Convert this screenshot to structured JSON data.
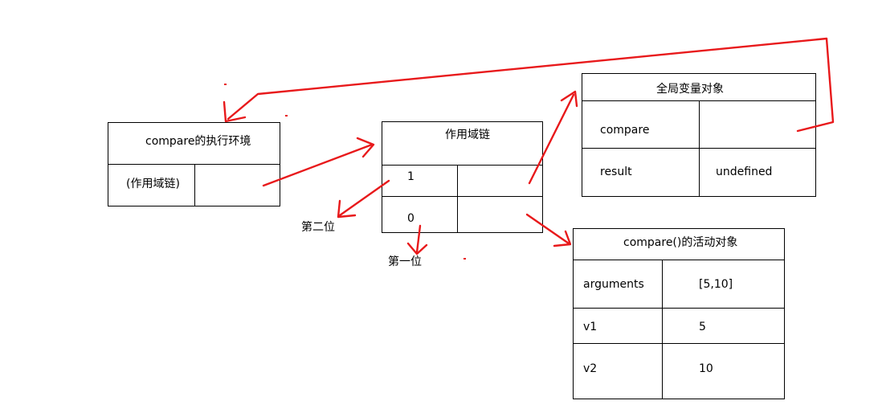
{
  "exec_context": {
    "title": "compare的执行环境",
    "scope_label": "(作用域链)"
  },
  "scope_chain": {
    "title": "作用域链",
    "rows": [
      "1",
      "0"
    ]
  },
  "global_object": {
    "title": "全局变量对象",
    "rows": [
      {
        "name": "compare",
        "value": ""
      },
      {
        "name": "result",
        "value": "undefined"
      }
    ]
  },
  "activation_object": {
    "title": "compare()的活动对象",
    "rows": [
      {
        "name": "arguments",
        "value": "[5,10]"
      },
      {
        "name": "v1",
        "value": "5"
      },
      {
        "name": "v2",
        "value": "10"
      }
    ]
  },
  "annotations": {
    "second": "第二位",
    "first": "第一位"
  },
  "colors": {
    "arrow": "#e8191b",
    "border": "#000000"
  }
}
